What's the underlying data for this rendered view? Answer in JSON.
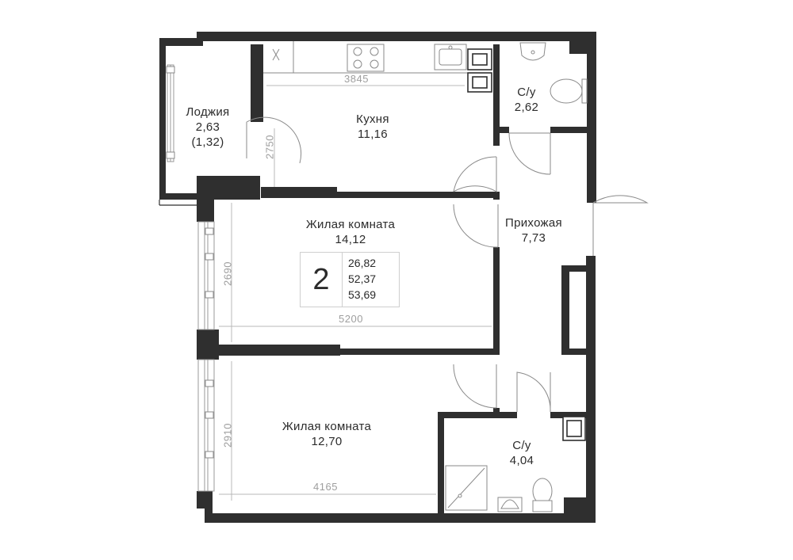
{
  "rooms": {
    "loggia": {
      "name": "Лоджия",
      "area": "2,63",
      "area_reduced": "(1,32)"
    },
    "kitchen": {
      "name": "Кухня",
      "area": "11,16"
    },
    "bath_top": {
      "name": "С/у",
      "area": "2,62"
    },
    "hall": {
      "name": "Прихожая",
      "area": "7,73"
    },
    "living_1": {
      "name": "Жилая комната",
      "area": "14,12"
    },
    "living_2": {
      "name": "Жилая комната",
      "area": "12,70"
    },
    "bath_bottom": {
      "name": "С/у",
      "area": "4,04"
    }
  },
  "summary": {
    "room_count": "2",
    "living_area": "26,82",
    "total_area": "52,37",
    "total_with_loggia": "53,69"
  },
  "dimensions": {
    "kitchen_width": "3845",
    "kitchen_depth": "2750",
    "living1_depth": "2690",
    "living1_width": "5200",
    "living2_depth": "2910",
    "living2_width": "4165"
  },
  "colors": {
    "wall": "#2f2f2f",
    "dimension": "#9e9e9e",
    "text": "#2b2b2b"
  }
}
